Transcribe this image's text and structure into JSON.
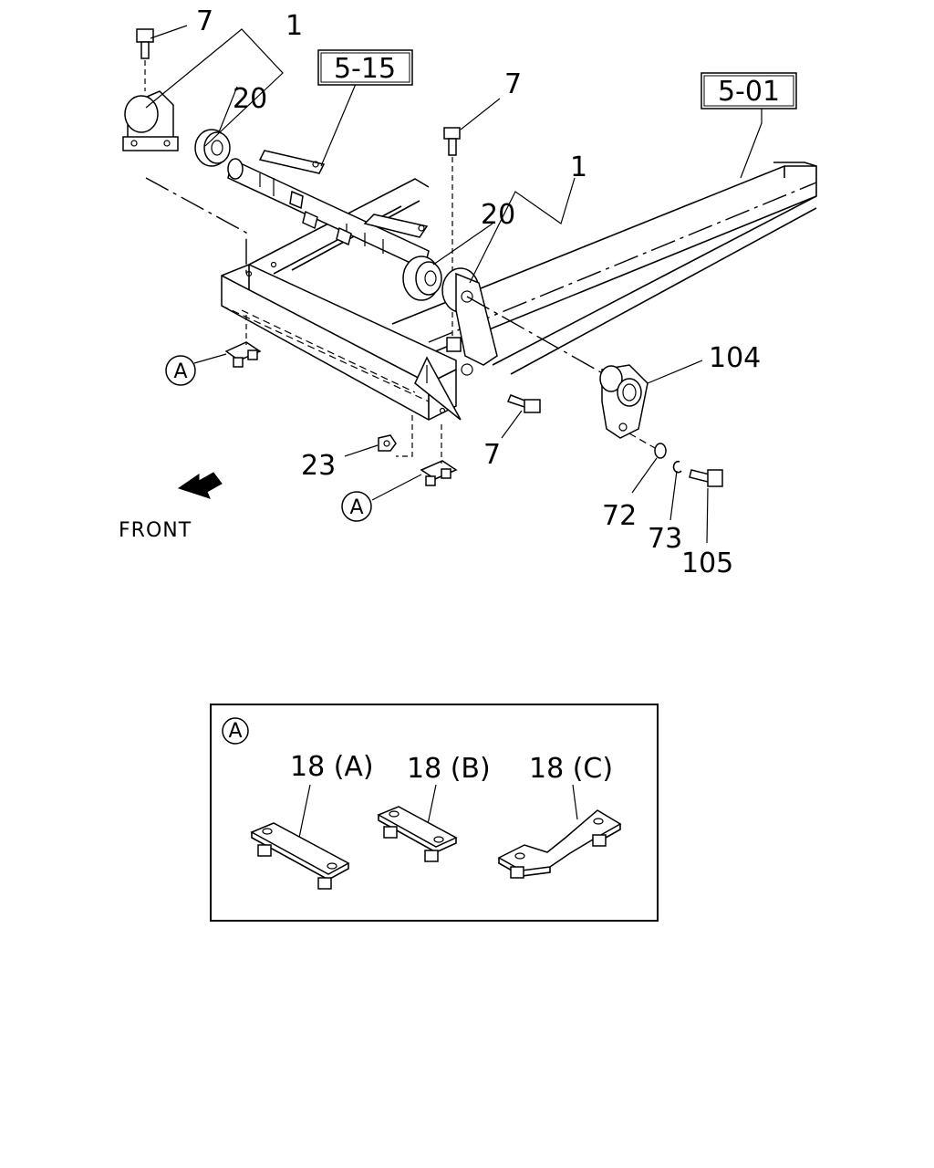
{
  "reference_boxes": [
    "5-15",
    "5-01"
  ],
  "part_labels": {
    "bolt_top_left": "7",
    "bracket_left": "1",
    "bushing_left": "20",
    "bolt_mid": "7",
    "bracket_right": "1",
    "bushing_right": "20",
    "lever": "104",
    "bolt_lower": "7",
    "nut": "23",
    "washer": "72",
    "clip": "73",
    "bolt_end": "105"
  },
  "detail_markers": [
    "A",
    "A"
  ],
  "direction_label": "FRONT",
  "inset": {
    "marker": "A",
    "variants": [
      "18 (A)",
      "18 (B)",
      "18 (C)"
    ]
  }
}
